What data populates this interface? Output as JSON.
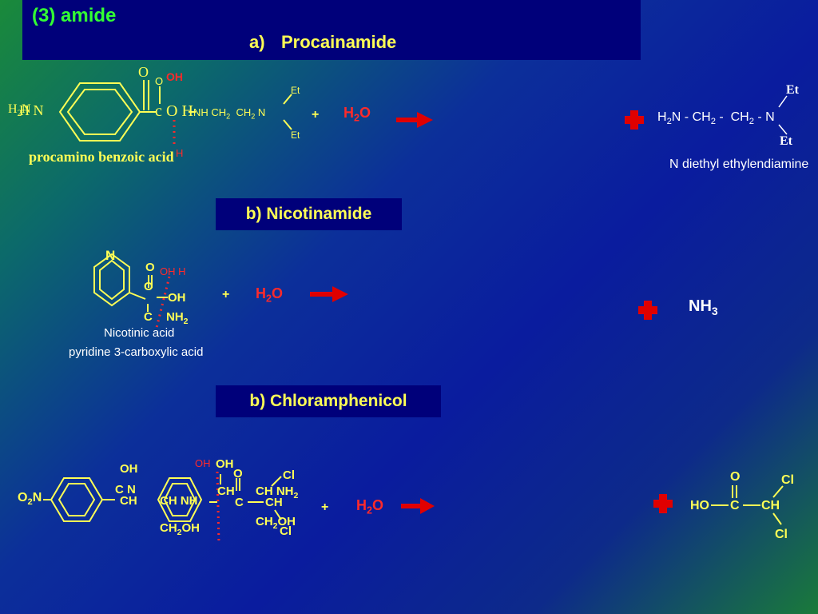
{
  "header": {
    "title": "(3) amide",
    "subtitle_letter": "a)",
    "subtitle": "Procainamide"
  },
  "sections": {
    "nicotinamide": "b) Nicotinamide",
    "chloramphenicol": "b) Chloramphenicol"
  },
  "procainamide": {
    "amine_left": "H2N",
    "carbonyl_o": "O",
    "oh_red": "OH",
    "oh_small_o": "O",
    "chain": "NH CH2  CH2 N",
    "et1": "Et",
    "et2": "Et",
    "h_red": "H",
    "acid_label": "procamino benzoic acid",
    "plus": "+",
    "water": "H2O",
    "product_formula": "H2N - CH2 -  CH2 - N",
    "product_et1": "Et",
    "product_et2": "Et",
    "product_label": "N diethyl ethylendiamine"
  },
  "nicotinamide": {
    "ring_n": "N",
    "o_top": "O",
    "oh_red": "OH  H",
    "o_mid": "O",
    "oh": "OH",
    "c": "C",
    "nh2": "NH2",
    "label1": "Nicotinic acid",
    "label2": "pyridine 3-carboxylic acid",
    "plus": "+",
    "water": "H2O",
    "product": "NH3"
  },
  "chloramphenicol": {
    "o2n": "O2N",
    "oh1": "OH",
    "ch_n": "C N",
    "ch1": "CH",
    "ch2": "CH NH",
    "ch2oh": "CH2OH",
    "oh_red": "OH",
    "oh2": "OH",
    "o": "O",
    "cl1": "Cl",
    "ch3": "CH",
    "ch_nh2": "CH NH2",
    "c": "C",
    "ch4": "CH",
    "ch2oh2": "CH2OH",
    "cl2": "Cl",
    "plus": "+",
    "water": "H2O",
    "prod_o": "O",
    "prod_cl1": "Cl",
    "prod_ho": "HO",
    "prod_c": "C",
    "prod_ch": "CH",
    "prod_cl2": "Cl"
  },
  "colors": {
    "accent_yellow": "#ffff55",
    "accent_red": "#ff2a2a",
    "accent_green": "#33ff33",
    "box_navy": "#00007a"
  }
}
